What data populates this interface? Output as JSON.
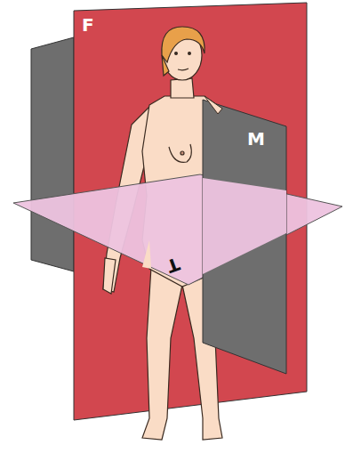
{
  "diagram": {
    "labels": [
      "F",
      "M",
      "T"
    ]
  }
}
